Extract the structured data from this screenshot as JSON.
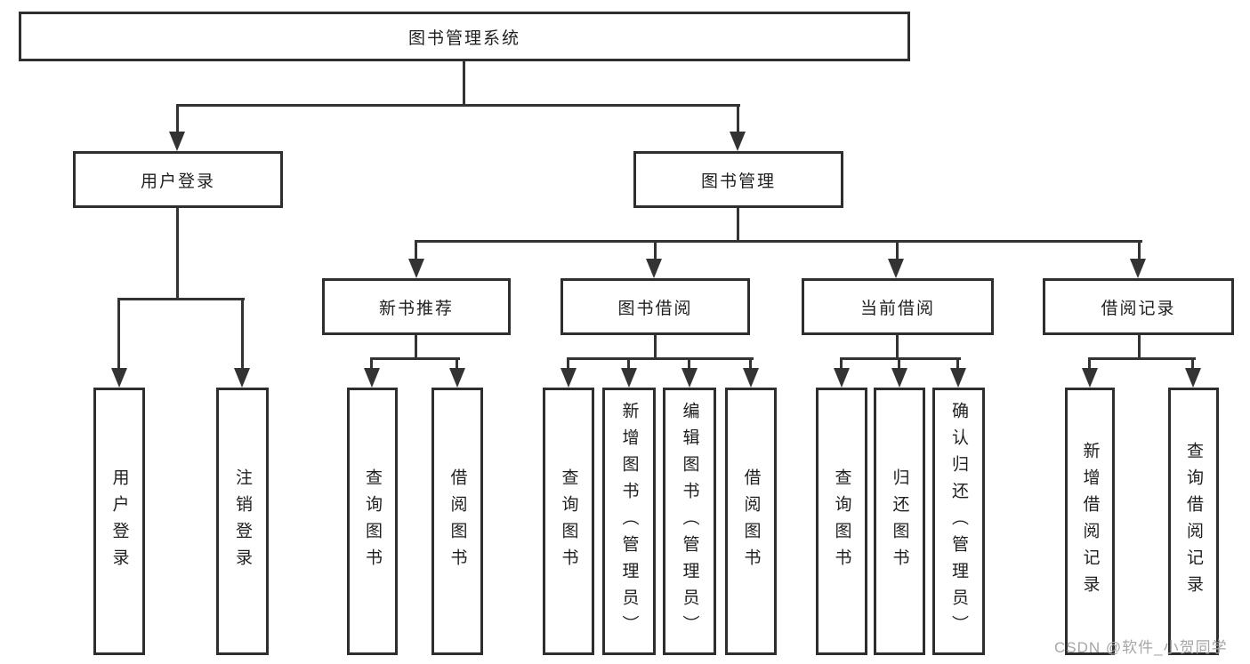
{
  "root": {
    "label": "图书管理系统"
  },
  "level2": [
    {
      "label": "用户登录"
    },
    {
      "label": "图书管理"
    }
  ],
  "level3": [
    {
      "label": "新书推荐"
    },
    {
      "label": "图书借阅"
    },
    {
      "label": "当前借阅"
    },
    {
      "label": "借阅记录"
    }
  ],
  "leaves": [
    {
      "label": "用户登录",
      "parent": "用户登录"
    },
    {
      "label": "注销登录",
      "parent": "用户登录"
    },
    {
      "label": "查询图书",
      "parent": "新书推荐"
    },
    {
      "label": "借阅图书",
      "parent": "新书推荐"
    },
    {
      "label": "查询图书",
      "parent": "图书借阅"
    },
    {
      "label": "新增图书（管理员）",
      "parent": "图书借阅"
    },
    {
      "label": "编辑图书（管理员）",
      "parent": "图书借阅"
    },
    {
      "label": "借阅图书",
      "parent": "图书借阅"
    },
    {
      "label": "查询图书",
      "parent": "当前借阅"
    },
    {
      "label": "归还图书",
      "parent": "当前借阅"
    },
    {
      "label": "确认归还（管理员）",
      "parent": "当前借阅"
    },
    {
      "label": "新增借阅记录",
      "parent": "借阅记录"
    },
    {
      "label": "查询借阅记录",
      "parent": "借阅记录"
    }
  ],
  "watermark": {
    "text": "CSDN @软件_小贺同学"
  },
  "colors": {
    "border": "#2e2e2e",
    "line": "#333333",
    "text": "#1f1f1f",
    "watermark": "#a6a6a6",
    "background": "#ffffff"
  }
}
